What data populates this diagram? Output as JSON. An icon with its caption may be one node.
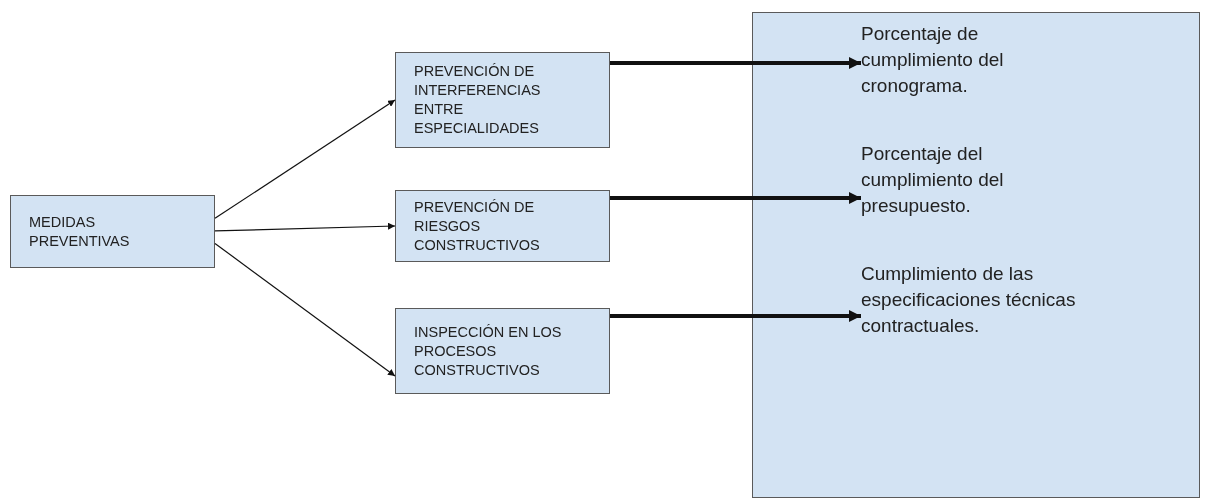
{
  "diagram": {
    "nodes": [
      {
        "text": [
          "MEDIDAS PREVENTIVAS"
        ]
      },
      {
        "text": [
          "PREVENCIÓN DE INTERFERENCIAS ENTRE ESPECIALIDADES"
        ]
      },
      {
        "text": [
          "PREVENCIÓN DE RIESGOS CONSTRUCTIVOS"
        ]
      },
      {
        "text": [
          "INSPECCIÓN EN LOS PROCESOS CONSTRUCTIVOS"
        ]
      },
      {
        "text": [],
        "shape": "box"
      },
      {
        "text": [
          "Porcentaje de cumplimiento del cronograma."
        ],
        "in": 4
      },
      {
        "text": [
          "Porcentaje del cumplimiento del presupuesto."
        ],
        "in": 4
      },
      {
        "text": [
          "Cumplimiento de las especificaciones técnicas contractuales."
        ],
        "in": 4
      }
    ],
    "edges": [
      {
        "from": 0,
        "to": 1,
        "arrow": "to"
      },
      {
        "from": 0,
        "to": 2,
        "arrow": "to"
      },
      {
        "from": 0,
        "to": 3,
        "arrow": "to"
      },
      {
        "from": 1,
        "to": 5,
        "arrow": "to",
        "style": "thick"
      },
      {
        "from": 2,
        "to": 6,
        "arrow": "to",
        "style": "thick"
      },
      {
        "from": 3,
        "to": 7,
        "arrow": "to",
        "style": "thick"
      }
    ]
  }
}
